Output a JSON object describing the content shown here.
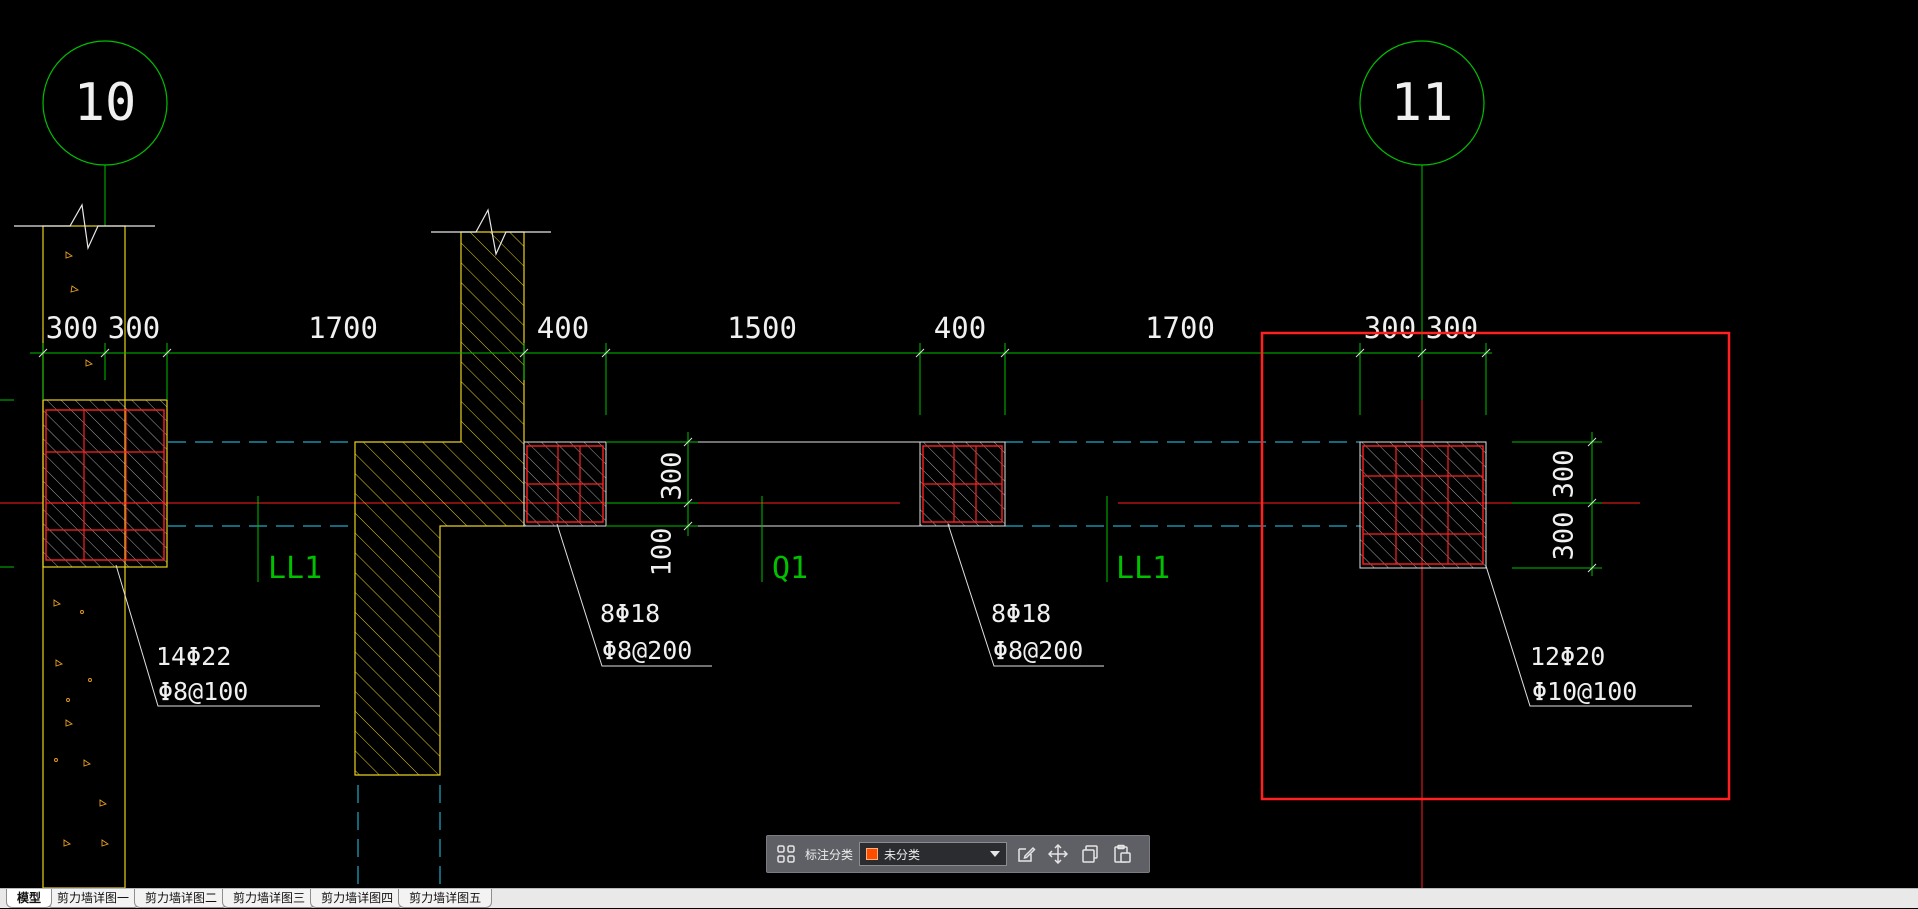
{
  "drawing": {
    "grid_axes": [
      "10",
      "11"
    ],
    "dimensions": [
      "300",
      "300",
      "1700",
      "400",
      "1500",
      "400",
      "1700",
      "300",
      "300"
    ],
    "vertical_dimensions": {
      "left_300": "300",
      "left_100": "100",
      "right_top_300": "300",
      "right_bottom_300": "300"
    },
    "element_labels": {
      "ll1_left": "LL1",
      "q1": "Q1",
      "ll1_right": "LL1"
    },
    "rebar_callouts": [
      {
        "main": "14Φ22",
        "stirrup": "Φ8@100"
      },
      {
        "main": "8Φ18",
        "stirrup": "Φ8@200"
      },
      {
        "main": "8Φ18",
        "stirrup": "Φ8@200"
      },
      {
        "main": "12Φ20",
        "stirrup": "Φ10@100"
      }
    ],
    "colors": {
      "background": "#000000",
      "grid_line": "#00c000",
      "wall_outline": "#e8d020",
      "rebar": "#ff2020",
      "dashed_line": "#20a8c8",
      "text": "#f0f0f0",
      "highlight_box": "#ff2020"
    }
  },
  "toolbar": {
    "category_label": "标注分类",
    "category_value": "未分类",
    "swatch_color": "#ff4d00",
    "icons": [
      "grid-icon",
      "edit-icon",
      "move-icon",
      "copy-icon",
      "paste-icon"
    ]
  },
  "tabs": [
    "模型",
    "剪力墙详图一",
    "剪力墙详图二",
    "剪力墙详图三",
    "剪力墙详图四",
    "剪力墙详图五"
  ],
  "active_tab": "模型"
}
